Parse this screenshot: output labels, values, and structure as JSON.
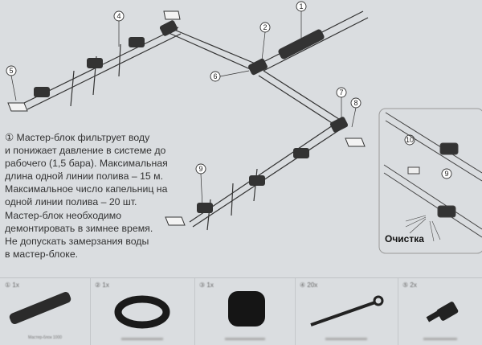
{
  "callouts": [
    "1",
    "2",
    "4",
    "5",
    "6",
    "7",
    "8",
    "9",
    "10",
    "9"
  ],
  "description": {
    "marker": "①",
    "text": "Мастер-блок фильтрует воду\nи понижает давление в системе до\nрабочего (1,5 бара). Максимальная\nдлина одной линии полива – 15 м.\nМаксимальное число капельниц на\nодной линии полива – 20 шт.\nМастер-блок необходимо\nдемонтировать в зимнее время.\nНе допускать замерзания воды\nв мастер-блоке."
  },
  "cleaning_inset": {
    "title": "Очистка"
  },
  "parts": [
    {
      "qty": "① 1x",
      "caption": "Мастер-блок 1000",
      "icon": "master-block"
    },
    {
      "qty": "② 1x",
      "caption": "",
      "icon": "hose-coil"
    },
    {
      "qty": "③ 1x",
      "caption": "",
      "icon": "hose-roll"
    },
    {
      "qty": "④ 20x",
      "caption": "",
      "icon": "stake"
    },
    {
      "qty": "⑤ 2x",
      "caption": "",
      "icon": "end-plug"
    }
  ]
}
